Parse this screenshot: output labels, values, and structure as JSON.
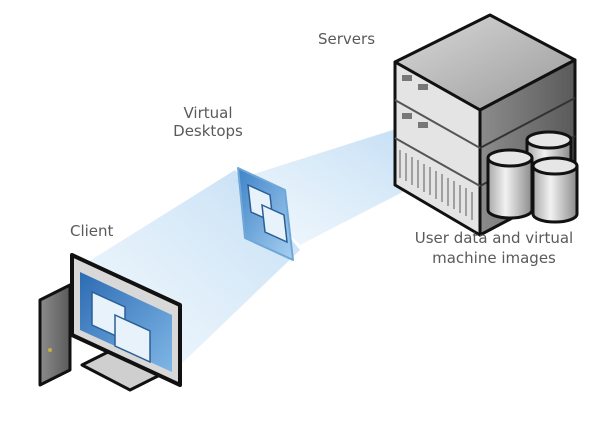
{
  "diagram": {
    "title": "Virtual desktop infrastructure",
    "nodes": [
      {
        "id": "servers",
        "label": "Servers",
        "icon": "server-rack-icon"
      },
      {
        "id": "virtual_desktops",
        "label": "Virtual Desktops",
        "icon": "virtual-desktop-panel-icon"
      },
      {
        "id": "client",
        "label": "Client",
        "icon": "desktop-computer-icon"
      },
      {
        "id": "storage",
        "label": "User data and virtual machine images",
        "icon": "database-cylinders-icon"
      }
    ],
    "edges": [
      {
        "from": "servers",
        "to": "virtual_desktops",
        "style": "light-blue beam"
      },
      {
        "from": "virtual_desktops",
        "to": "client",
        "style": "light-blue beam"
      }
    ]
  },
  "labels": {
    "servers": "Servers",
    "virtual_line1": "Virtual",
    "virtual_line2": "Desktops",
    "client": "Client",
    "data_line1": "User data and virtual",
    "data_line2": "machine images"
  },
  "colors": {
    "beam": "#cfe6f7",
    "panel_blue": "#5b9bd5",
    "screen_blue": "#2f6fb5",
    "text": "#5a5a5a"
  }
}
